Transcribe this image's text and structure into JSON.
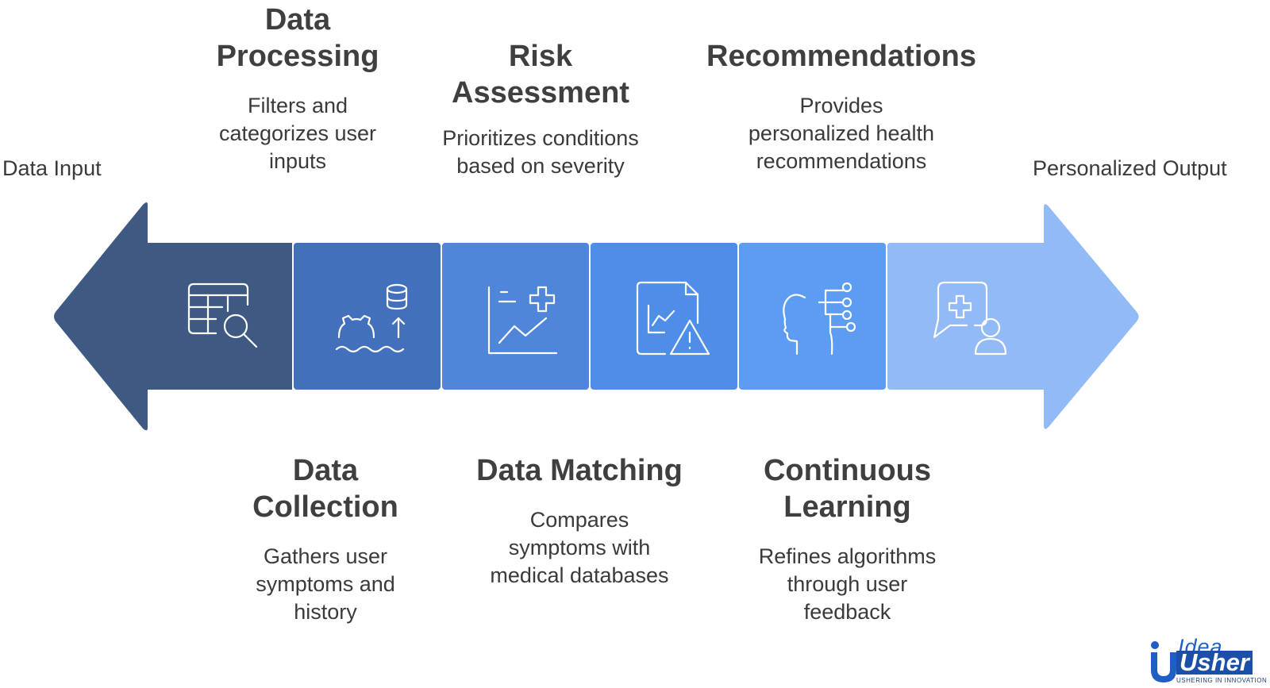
{
  "ends": {
    "start_label": "Data Input",
    "end_label": "Personalized Output"
  },
  "top_stages": [
    {
      "title": "Data Processing",
      "title_lines": [
        "Data",
        "Processing"
      ],
      "desc_lines": [
        "Filters and",
        "categorizes user",
        "inputs"
      ]
    },
    {
      "title": "Risk Assessment",
      "title_lines": [
        "Risk",
        "Assessment"
      ],
      "desc_lines": [
        "Prioritizes conditions",
        "based on severity"
      ]
    },
    {
      "title": "Recommendations",
      "title_lines": [
        "Recommendations"
      ],
      "desc_lines": [
        "Provides",
        "personalized health",
        "recommendations"
      ]
    }
  ],
  "bottom_stages": [
    {
      "title": "Data Collection",
      "title_lines": [
        "Data",
        "Collection"
      ],
      "desc_lines": [
        "Gathers user",
        "symptoms and",
        "history"
      ]
    },
    {
      "title": "Data Matching",
      "title_lines": [
        "Data Matching"
      ],
      "desc_lines": [
        "Compares",
        "symptoms with",
        "medical databases"
      ]
    },
    {
      "title": "Continuous Learning",
      "title_lines": [
        "Continuous",
        "Learning"
      ],
      "desc_lines": [
        "Refines algorithms",
        "through user",
        "feedback"
      ]
    }
  ],
  "segments": [
    {
      "icon": "table-search-icon",
      "color": "#3e5a82"
    },
    {
      "icon": "gear-database-upload-icon",
      "color": "#4370bd"
    },
    {
      "icon": "chart-medical-cross-icon",
      "color": "#4f86d9"
    },
    {
      "icon": "document-chart-warning-icon",
      "color": "#4f8ee8"
    },
    {
      "icon": "head-network-icon",
      "color": "#5c9cf3"
    },
    {
      "icon": "medical-chat-user-icon",
      "color": "#92baf7"
    }
  ],
  "logo": {
    "line1": "Idea",
    "line2": "Usher",
    "tagline": "USHERING IN INNOVATION"
  }
}
